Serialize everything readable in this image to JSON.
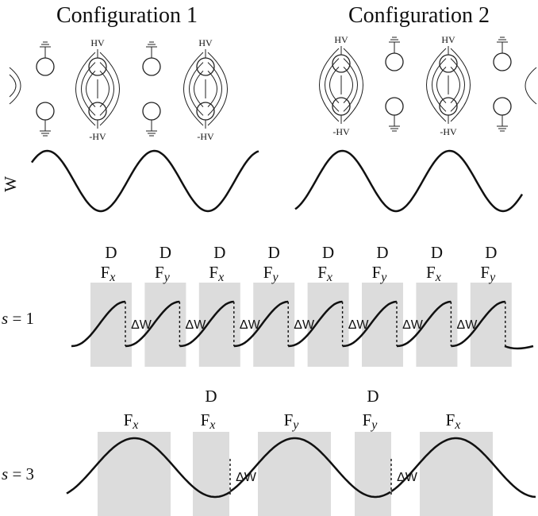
{
  "configurations": [
    {
      "title": "Configuration 1",
      "hv_top": "HV",
      "hv_bottom": "-HV"
    },
    {
      "title": "Configuration 2",
      "hv_top": "HV",
      "hv_bottom": "-HV"
    }
  ],
  "energy_axis_label": "W",
  "rows": [
    {
      "label": "s = 1",
      "delta_label": "ΔW",
      "segments": [
        {
          "deflect": "D",
          "focus": "F",
          "sub": "x"
        },
        {
          "deflect": "D",
          "focus": "F",
          "sub": "y"
        },
        {
          "deflect": "D",
          "focus": "F",
          "sub": "x"
        },
        {
          "deflect": "D",
          "focus": "F",
          "sub": "y"
        },
        {
          "deflect": "D",
          "focus": "F",
          "sub": "x"
        },
        {
          "deflect": "D",
          "focus": "F",
          "sub": "y"
        },
        {
          "deflect": "D",
          "focus": "F",
          "sub": "x"
        },
        {
          "deflect": "D",
          "focus": "F",
          "sub": "y"
        }
      ]
    },
    {
      "label": "s = 3",
      "delta_label": "ΔW",
      "segments": [
        {
          "deflect": "",
          "focus": "F",
          "sub": "x"
        },
        {
          "deflect": "D",
          "focus": "F",
          "sub": "x"
        },
        {
          "deflect": "",
          "focus": "F",
          "sub": "y"
        },
        {
          "deflect": "D",
          "focus": "F",
          "sub": "y"
        },
        {
          "deflect": "",
          "focus": "F",
          "sub": "x"
        }
      ]
    }
  ]
}
